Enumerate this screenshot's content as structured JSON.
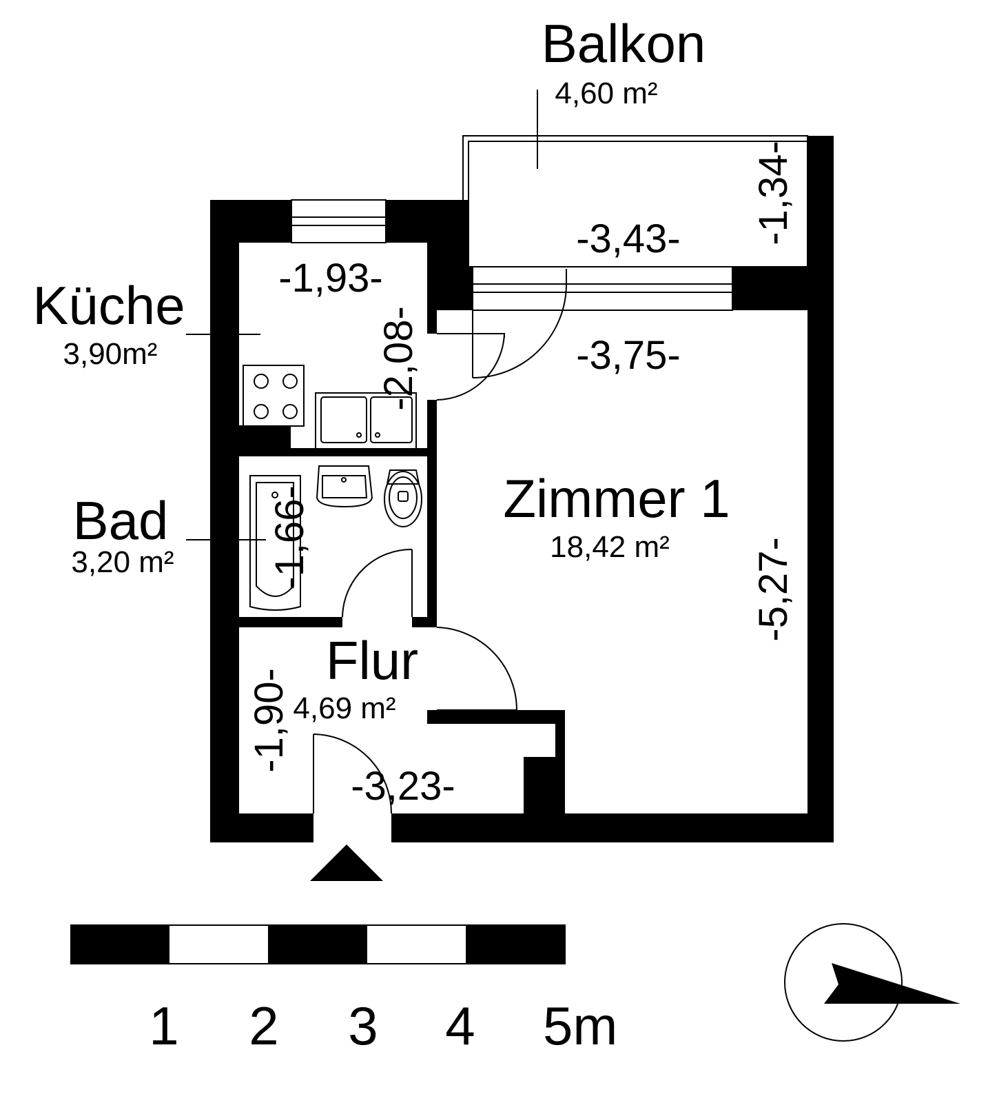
{
  "rooms": {
    "balkon": {
      "name": "Balkon",
      "area": "4,60 m²"
    },
    "kueche": {
      "name": "Küche",
      "area": "3,90m²"
    },
    "bad": {
      "name": "Bad",
      "area": "3,20 m²"
    },
    "zimmer": {
      "name": "Zimmer 1",
      "area": "18,42 m²"
    },
    "flur": {
      "name": "Flur",
      "area": "4,69 m²"
    }
  },
  "dimensions": {
    "balkon_width": "-3,43-",
    "balkon_depth": "-1,34-",
    "kueche_width": "-1,93-",
    "kueche_depth": "-2,08-",
    "zimmer_width": "-3,75-",
    "zimmer_depth": "-5,27-",
    "bad_depth": "-1,66-",
    "flur_depth": "-1,90-",
    "flur_width": "-3,23-"
  },
  "scale_bar": {
    "labels": [
      "1",
      "2",
      "3",
      "4",
      "5m"
    ]
  },
  "icons": {
    "entrance": "entrance-arrow-icon",
    "north": "north-arrow-icon"
  }
}
